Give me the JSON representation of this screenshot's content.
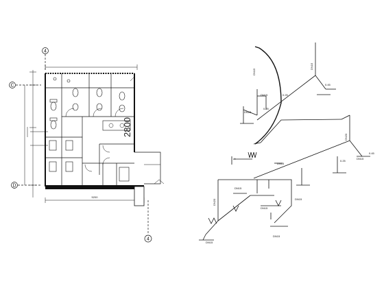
{
  "plan": {
    "grid_top": "4",
    "grid_c": "C",
    "grid_d": "D",
    "grid_bottom": "4",
    "room_number": "2800",
    "bottom_dimension": "5200",
    "level_mark": "-4"
  },
  "isometric": {
    "pipes": [
      "DN15",
      "DN15",
      "DN15",
      "DN15",
      "DN20",
      "DN15",
      "DN15",
      "DN15",
      "DN20",
      "DN15",
      "DN15",
      "DN15",
      "DN15"
    ],
    "elevations": [
      "0.45",
      "0.25",
      "0.25",
      "0.45",
      "0.25"
    ]
  }
}
